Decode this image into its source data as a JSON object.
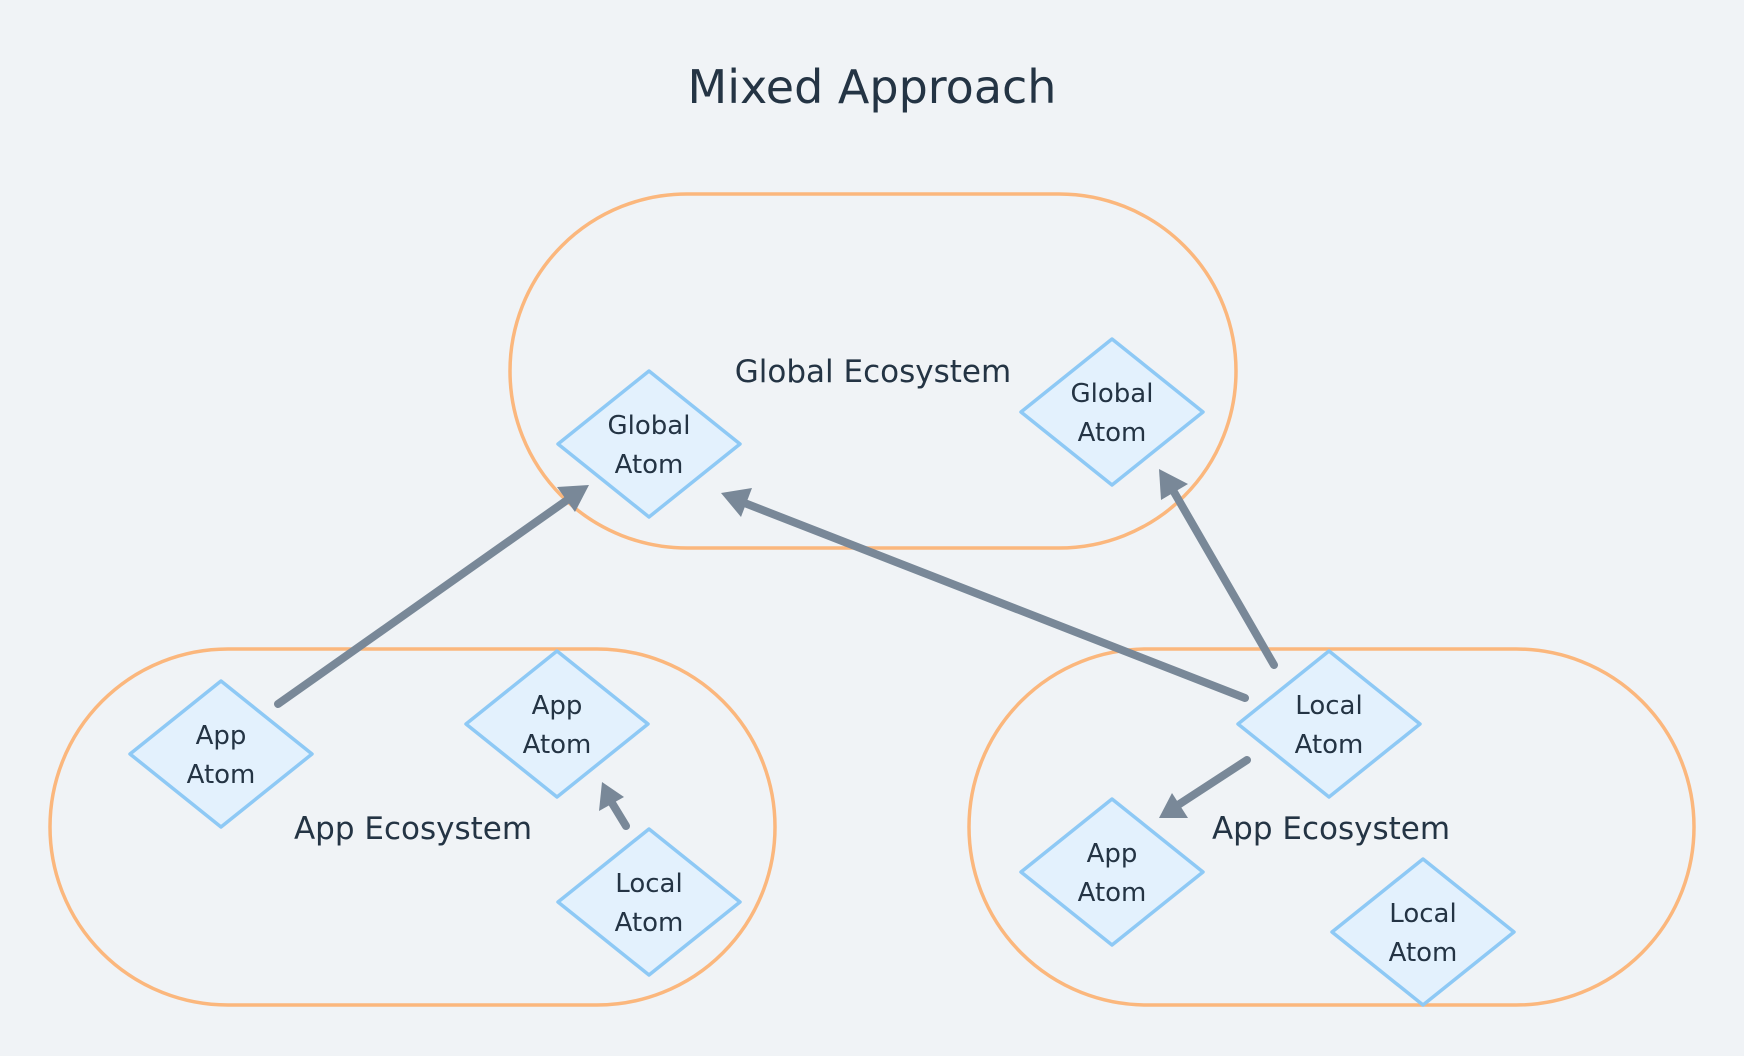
{
  "diagram": {
    "title": "Mixed Approach",
    "colors": {
      "background": "#f0f3f6",
      "ecosystem_stroke": "#fbb77d",
      "atom_fill": "#e3f1fd",
      "atom_stroke": "#8ec9f5",
      "edge": "#798898",
      "text": "#243444"
    },
    "ecosystems": [
      {
        "id": "global",
        "label": "Global Ecosystem"
      },
      {
        "id": "app-left",
        "label": "App Ecosystem"
      },
      {
        "id": "app-right",
        "label": "App Ecosystem"
      }
    ],
    "atoms": [
      {
        "id": "g1",
        "ecosystem": "global",
        "line1": "Global",
        "line2": "Atom"
      },
      {
        "id": "g2",
        "ecosystem": "global",
        "line1": "Global",
        "line2": "Atom"
      },
      {
        "id": "a1",
        "ecosystem": "app-left",
        "line1": "App",
        "line2": "Atom"
      },
      {
        "id": "a2",
        "ecosystem": "app-left",
        "line1": "App",
        "line2": "Atom"
      },
      {
        "id": "l1",
        "ecosystem": "app-left",
        "line1": "Local",
        "line2": "Atom"
      },
      {
        "id": "l2",
        "ecosystem": "app-right",
        "line1": "Local",
        "line2": "Atom"
      },
      {
        "id": "a3",
        "ecosystem": "app-right",
        "line1": "App",
        "line2": "Atom"
      },
      {
        "id": "l3",
        "ecosystem": "app-right",
        "line1": "Local",
        "line2": "Atom"
      }
    ],
    "edges": [
      {
        "from": "a1",
        "to": "g1"
      },
      {
        "from": "l1",
        "to": "a2"
      },
      {
        "from": "l2",
        "to": "g1"
      },
      {
        "from": "l2",
        "to": "g2"
      },
      {
        "from": "l2",
        "to": "a3"
      }
    ]
  }
}
